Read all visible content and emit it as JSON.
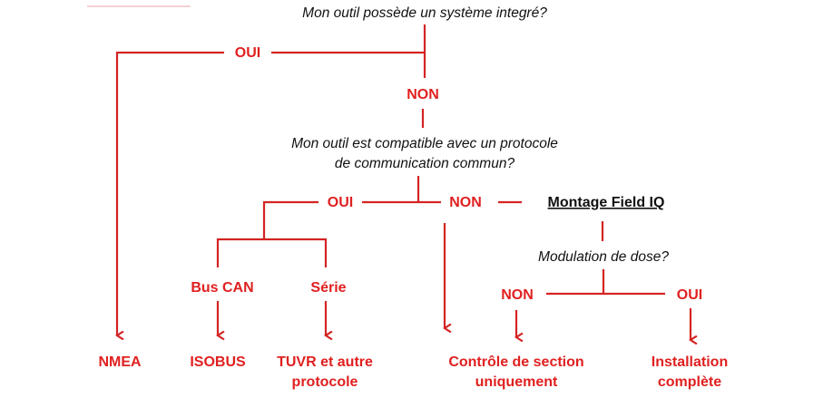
{
  "colors": {
    "accent": "#e02020",
    "line": "#d42424",
    "text": "#111111"
  },
  "questions": {
    "q1": "Mon outil possède un système integré?",
    "q2_line1": "Mon outil est compatible avec un protocole",
    "q2_line2": "de communication commun?",
    "q3": "Modulation de dose?"
  },
  "branches": {
    "oui_1": "OUI",
    "non_1": "NON",
    "oui_2": "OUI",
    "non_2": "NON",
    "bus_can": "Bus CAN",
    "serie": "Série",
    "non_3": "NON",
    "oui_3": "OUI"
  },
  "montage": "Montage Field IQ",
  "outcomes": {
    "nmea": "NMEA",
    "isobus": "ISOBUS",
    "tuvr_line1": "TUVR et autre",
    "tuvr_line2": "protocole",
    "controle_line1": "Contrôle de section",
    "controle_line2": "uniquement",
    "installation_line1": "Installation",
    "installation_line2": "complète"
  }
}
